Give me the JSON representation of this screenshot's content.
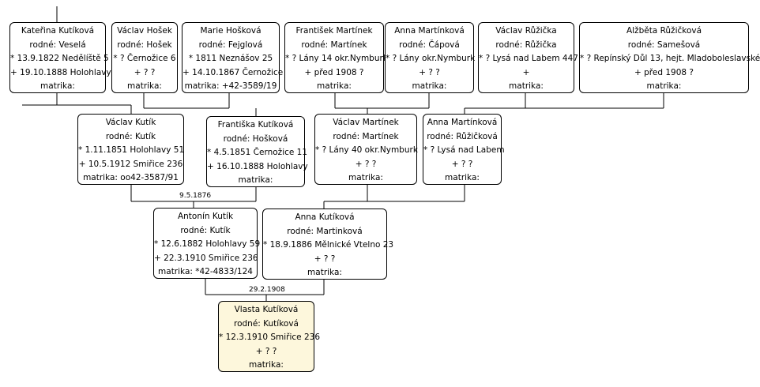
{
  "persons": {
    "katerina": {
      "name": "Kateřina Kutíková",
      "birth_name": "rodné: Veselá",
      "birth": "* 13.9.1822 Nedělíště 5",
      "death": "+ 19.10.1888 Holohlavy",
      "record": "matrika:"
    },
    "vaclav_h": {
      "name": "Václav Hošek",
      "birth_name": "rodné: Hošek",
      "birth": "* ? Černožice 6",
      "death": "+ ? ?",
      "record": "matrika:"
    },
    "marie": {
      "name": "Marie Hošková",
      "birth_name": "rodné: Fejglová",
      "birth": "* 1811 Neznášov 25",
      "death": "+ 14.10.1867 Černožice",
      "record": "matrika: +42-3589/19"
    },
    "frantisek": {
      "name": "František Martínek",
      "birth_name": "rodné: Martínek",
      "birth": "* ? Lány 14 okr.Nymburk",
      "death": "+ před 1908 ?",
      "record": "matrika:"
    },
    "anna_c": {
      "name": "Anna Martínková",
      "birth_name": "rodné: Čápová",
      "birth": "* ? Lány  okr.Nymburk",
      "death": "+ ? ?",
      "record": "matrika:"
    },
    "vaclav_r": {
      "name": "Václav Růžička",
      "birth_name": "rodné: Růžička",
      "birth": "* ? Lysá nad Labem 447",
      "death": "+",
      "record": "matrika:"
    },
    "alzbeta": {
      "name": "Alžběta Růžičková",
      "birth_name": "rodné: Samešová",
      "birth": "* ? Repínský Důl 13, hejt. Mladoboleslavské",
      "death": "+ před 1908 ?",
      "record": "matrika:"
    },
    "vaclav_k": {
      "name": "Václav Kutík",
      "birth_name": "rodné: Kutík",
      "birth": "* 1.11.1851 Holohlavy 51",
      "death": "+ 10.5.1912 Smiřice 236",
      "record": "matrika: oo42-3587/91"
    },
    "frantiska": {
      "name": "Františka Kutíková",
      "birth_name": "rodné: Hošková",
      "birth": "* 4.5.1851 Černožice 11",
      "death": "+ 16.10.1888 Holohlavy",
      "record": "matrika:"
    },
    "vaclav_m": {
      "name": "Václav Martínek",
      "birth_name": "rodné: Martínek",
      "birth": "* ? Lány 40 okr.Nymburk",
      "death": "+ ? ?",
      "record": "matrika:"
    },
    "anna_r": {
      "name": "Anna Martínková",
      "birth_name": "rodné: Růžičková",
      "birth": "* ? Lysá nad Labem",
      "death": "+ ? ?",
      "record": "matrika:"
    },
    "antonin": {
      "name": "Antonín Kutík",
      "birth_name": "rodné: Kutík",
      "birth": "* 12.6.1882 Holohlavy 59",
      "death": "+ 22.3.1910 Smiřice 236",
      "record": "matrika: *42-4833/124"
    },
    "anna_k": {
      "name": "Anna Kutíková",
      "birth_name": "rodné: Martinková",
      "birth": "* 18.9.1886 Mělnické Vtelno 23",
      "death": "+ ? ?",
      "record": "matrika:"
    },
    "vlasta": {
      "name": "Vlasta Kutíková",
      "birth_name": "rodné: Kutíková",
      "birth": "* 12.3.1910 Smiřice 236",
      "death": "+ ? ?",
      "record": "matrika:"
    }
  },
  "marriages": {
    "kutik_hoskova": "9.5.1876",
    "kutik_martinkova": "29.2.1908"
  }
}
